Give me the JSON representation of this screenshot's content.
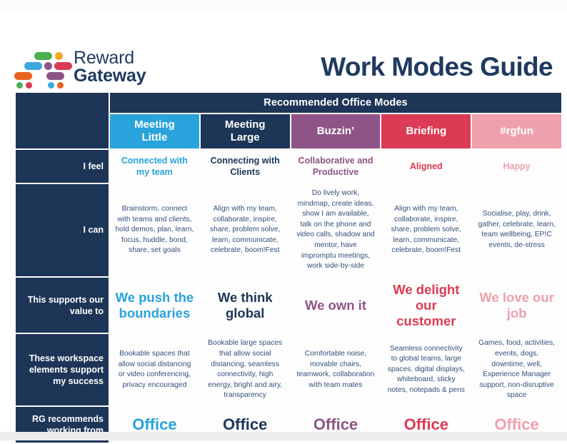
{
  "document": {
    "title": "Work Modes Guide",
    "brand": {
      "line1": "Reward",
      "line2": "Gateway",
      "logo_icon": "reward-gateway-dots-logo",
      "wordmark_color": "#1f3a60"
    }
  },
  "table": {
    "group_header": "Recommended Office Modes",
    "label_column_header": "",
    "modes": [
      {
        "key": "meeting-little",
        "label": "Meeting\nLittle",
        "label_line1": "Meeting",
        "label_line2": "Little",
        "color": "#29A3DC",
        "text_color": "#29A3DC"
      },
      {
        "key": "meeting-large",
        "label": "Meeting\nLarge",
        "label_line1": "Meeting",
        "label_line2": "Large",
        "color": "#1d3557",
        "text_color": "#1d3557"
      },
      {
        "key": "buzzin",
        "label": "Buzzin’",
        "label_line1": "Buzzin’",
        "label_line2": "",
        "color": "#8E5487",
        "text_color": "#8E5487"
      },
      {
        "key": "briefing",
        "label": "Briefing",
        "label_line1": "Briefing",
        "label_line2": "",
        "color": "#DC3B55",
        "text_color": "#DC3B55"
      },
      {
        "key": "rgfun",
        "label": "#rgfun",
        "label_line1": "#rgfun",
        "label_line2": "",
        "color": "#EFA0AD",
        "text_color": "#EFA0AD"
      }
    ],
    "rows": [
      {
        "key": "i-feel",
        "label": "I feel",
        "style": "feel",
        "cells": [
          "Connected with my team",
          "Connecting with Clients",
          "Collaborative and Productive",
          "Aligned",
          "Happy"
        ]
      },
      {
        "key": "i-can",
        "label": "I can",
        "style": "body",
        "cells": [
          "Brainstorm, connect with teams and clients, hold demos, plan, learn, focus, huddle, bond, share, set goals",
          "Align with my team, collaborate, inspire, share, problem solve, learn, communicate, celebrate, boom!Fest",
          "Do lively work, mindmap, create ideas, show I am available, talk on the phone and video calls, shadow and mentor, have impromptu meetings, work side-by-side",
          "Align with my team, collaborate, inspire, share, problem solve, learn, communicate, celebrate, boom!Fest",
          "Socialise, play, drink, gather, celebrate, learn, team wellbeing, EP!C events, de-stress"
        ]
      },
      {
        "key": "this-supports-our-value-to",
        "label": "This supports our value to",
        "style": "value",
        "cells": [
          "We push the boundaries",
          "We think global",
          "We own it",
          "We delight our customer",
          "We love our job"
        ]
      },
      {
        "key": "these-workspace-elements-support-my-success",
        "label": "These workspace elements support my success",
        "style": "body",
        "cells": [
          "Bookable spaces that allow social distancing or video conferencing, privacy encouraged",
          "Bookable large spaces that allow social distancing, seamless connectivity, high energy, bright and airy, transparency",
          "Comfortable noise, movable chairs, teamwork, collaboration with team mates",
          "Seamless connectivity to global teams, large spaces, digital displays, whiteboard, sticky notes, notepads & pens",
          "Games, food, activities, events, dogs, downtime, well, Experience Manager support, non-disruptive space"
        ]
      },
      {
        "key": "rg-recommends-working-from",
        "label": "RG recommends working from",
        "style": "recommend",
        "cells": [
          "Office",
          "Office",
          "Office",
          "Office",
          "Office"
        ]
      }
    ]
  },
  "palette": {
    "navy": "#1d3557",
    "blue": "#29A3DC",
    "purple": "#8E5487",
    "red": "#DC3B55",
    "pink": "#EFA0AD",
    "body_text": "#33507a",
    "page_background": "#ffffff"
  }
}
